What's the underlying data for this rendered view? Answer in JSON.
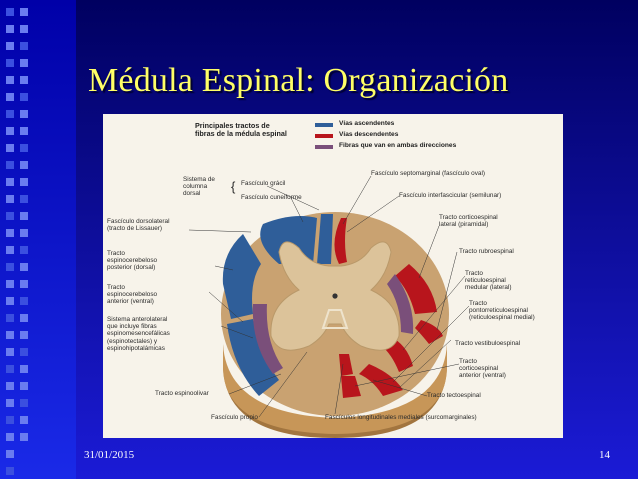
{
  "slide": {
    "title": "Médula Espinal: Organización",
    "date": "31/01/2015",
    "slide_number": "14",
    "colors": {
      "title": "#ffff66",
      "background": "#1b1bd6",
      "ascending": "#2f5e99",
      "descending": "#b8151c",
      "both": "#7a4f7a",
      "grey_matter": "#d9bf95",
      "white_matter": "#b58a5a"
    }
  },
  "figure": {
    "header": "Principales tractos de\nfibras de la médula espinal",
    "legend": [
      {
        "label": "Vías ascendentes",
        "color": "#2f5e99"
      },
      {
        "label": "Vías descendentes",
        "color": "#b8151c"
      },
      {
        "label": "Fibras que van en ambas direcciones",
        "color": "#7a4f7a"
      }
    ],
    "labels": {
      "sistema_columna": "Sistema de\ncolumna\ndorsal",
      "fasciculo_gracil": "Fascículo grácil",
      "fasciculo_cuneiforme": "Fascículo cuneiforme",
      "fasciculo_septomarginal": "Fascículo septomarginal (fascículo oval)",
      "fasciculo_interfascicular": "Fascículo interfascicular (semilunar)",
      "fasciculo_dorsolateral": "Fascículo dorsolateral\n(tracto de Lissauer)",
      "tracto_corticoespinal_lateral": "Tracto corticoespinal\nlateral (piramidal)",
      "tracto_espinocerebeloso_posterior": "Tracto\nespinocerebeloso\nposterior (dorsal)",
      "tracto_rubroespinal": "Tracto rubroespinal",
      "tracto_espinocerebeloso_anterior": "Tracto\nespinocerebeloso\nanterior (ventral)",
      "tracto_reticuloespinal_medular": "Tracto\nreticuloespinal\nmedular (lateral)",
      "sistema_anterolateral": "Sistema anterolateral\nque incluye fibras\nespinomesencefálicas\n(espinotectales) y\nespinohipotalámicas",
      "tracto_pontorreticuloespinal": "Tracto\npontorreticuloespinal\n(reticuloespinal medial)",
      "tracto_vestibuloespinal": "Tracto vestibuloespinal",
      "tracto_corticoespinal_anterior": "Tracto\ncorticoespinal\nanterior (ventral)",
      "tracto_espinoolivar": "Tracto espinoolivar",
      "tracto_tectoespinal": "Tracto tectoespinal",
      "fasciculo_propio": "Fascículo propio",
      "fasciculos_longitudinales": "Fascículos longitudinales mediales (surcomarginales)"
    }
  }
}
